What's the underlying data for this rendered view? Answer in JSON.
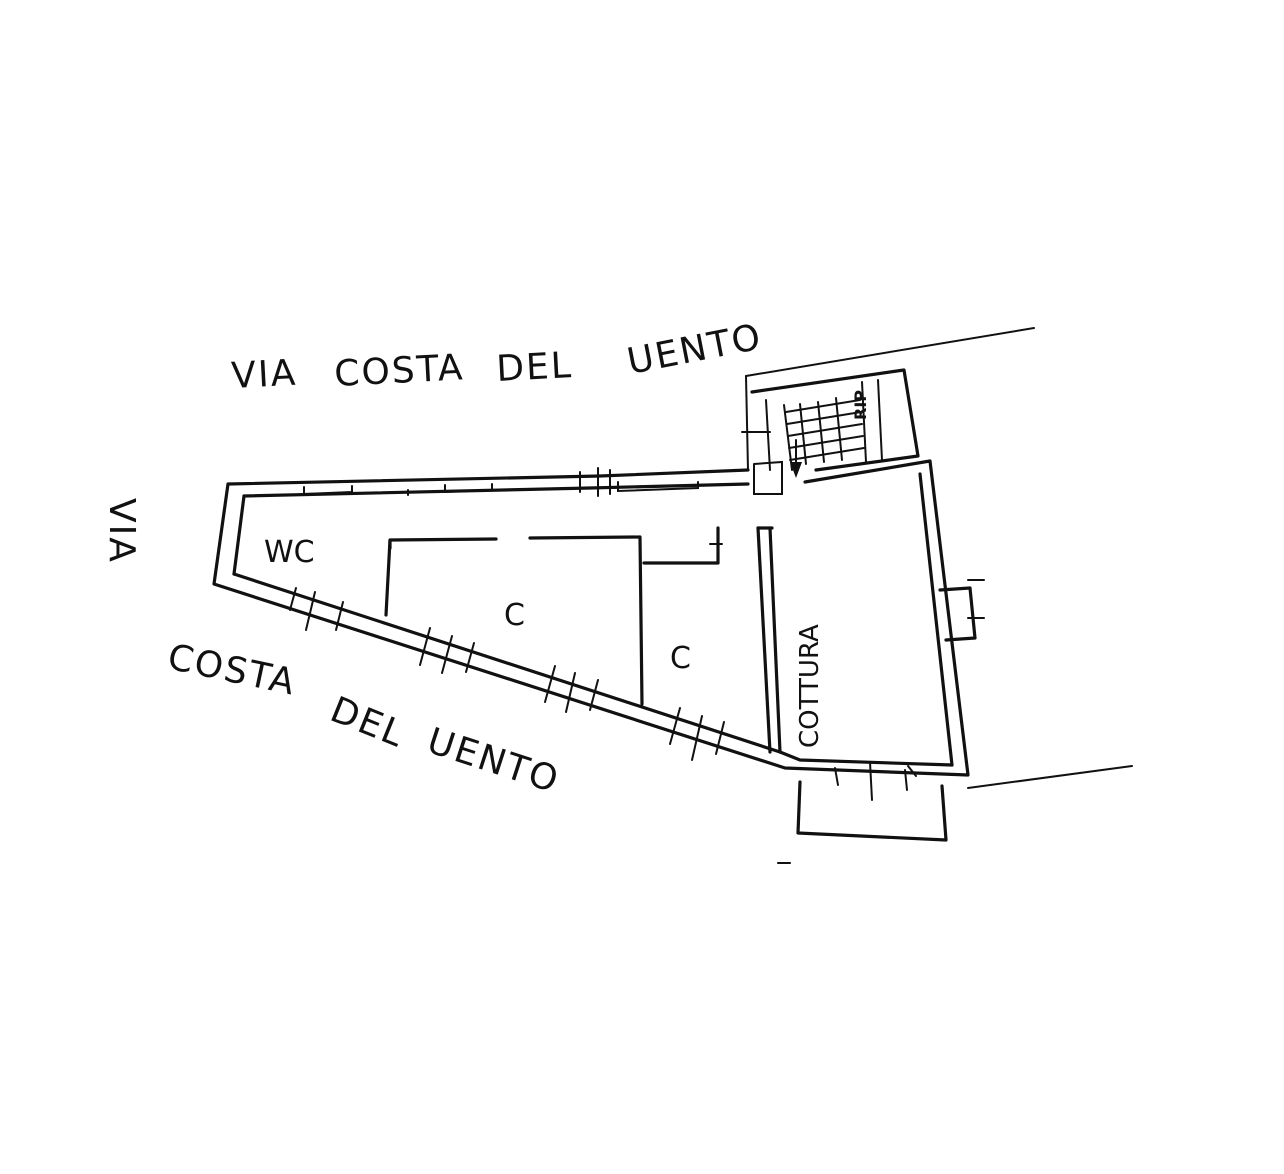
{
  "colors": {
    "ink": "#111111",
    "paper": "#ffffff"
  },
  "streets": {
    "top": {
      "w1": "VIA",
      "w2": "COSTA",
      "w3": "DEL",
      "w4": "UENTO"
    },
    "left": "VIA",
    "bottom": {
      "w1": "COSTA",
      "w2": "DEL",
      "w3": "UENTO"
    }
  },
  "rooms": {
    "wc": "WC",
    "c1": "C",
    "c2": "C",
    "cottura": "COTTURA",
    "stair": "RIP"
  }
}
